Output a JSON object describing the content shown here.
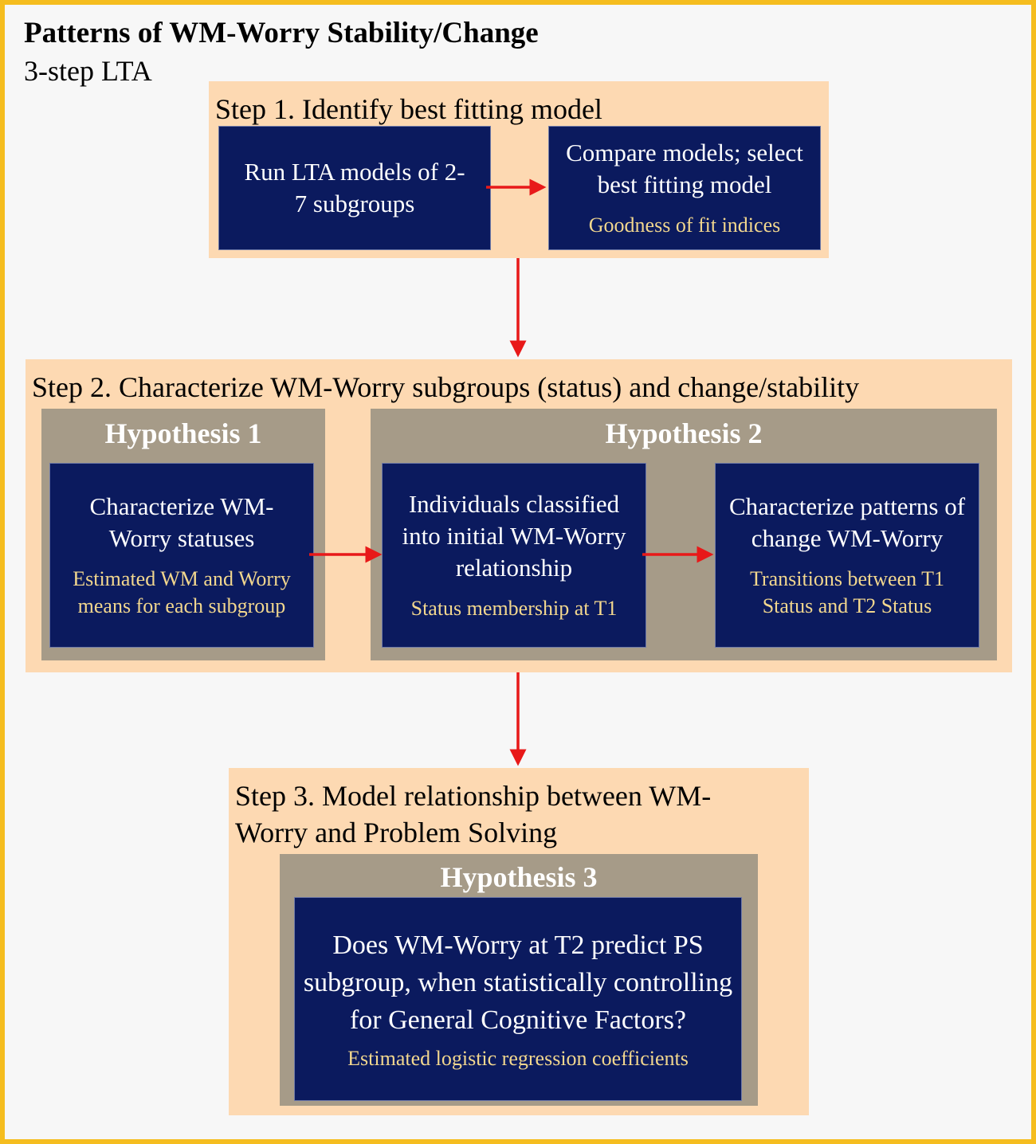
{
  "title": "Patterns of WM-Worry Stability/Change",
  "subtitle": "3-step LTA",
  "step1": {
    "label": "Step 1.  Identify best fitting model",
    "box_run": {
      "text": "Run LTA models of 2-7 subgroups"
    },
    "box_compare": {
      "text": "Compare models; select best fitting model",
      "subtext": "Goodness of fit indices"
    }
  },
  "step2": {
    "label": "Step 2.  Characterize WM-Worry subgroups (status) and change/stability",
    "hypothesis1": {
      "label": "Hypothesis 1",
      "box": {
        "text": "Characterize WM-Worry statuses",
        "subtext": "Estimated WM and Worry means for each subgroup"
      }
    },
    "hypothesis2": {
      "label": "Hypothesis 2",
      "box_classified": {
        "text": "Individuals classified into initial WM-Worry relationship",
        "subtext": "Status membership at T1"
      },
      "box_patterns": {
        "text": "Characterize patterns of change WM-Worry",
        "subtext": "Transitions between T1 Status and T2 Status"
      }
    }
  },
  "step3": {
    "label_line1": "Step 3.  Model relationship between WM-",
    "label_line2": "Worry and Problem Solving",
    "hypothesis3": {
      "label": "Hypothesis 3",
      "box": {
        "text": "Does WM-Worry at T2 predict PS subgroup, when statistically controlling for General Cognitive Factors?",
        "subtext": "Estimated logistic regression coefficients"
      }
    }
  },
  "colors": {
    "border": "#f5bd1f",
    "step_fill": "#fdd9b2",
    "hypothesis_fill": "#a69b88",
    "box_fill": "#0b1a5e",
    "subtext": "#f2d78e",
    "arrow": "#e81919"
  }
}
